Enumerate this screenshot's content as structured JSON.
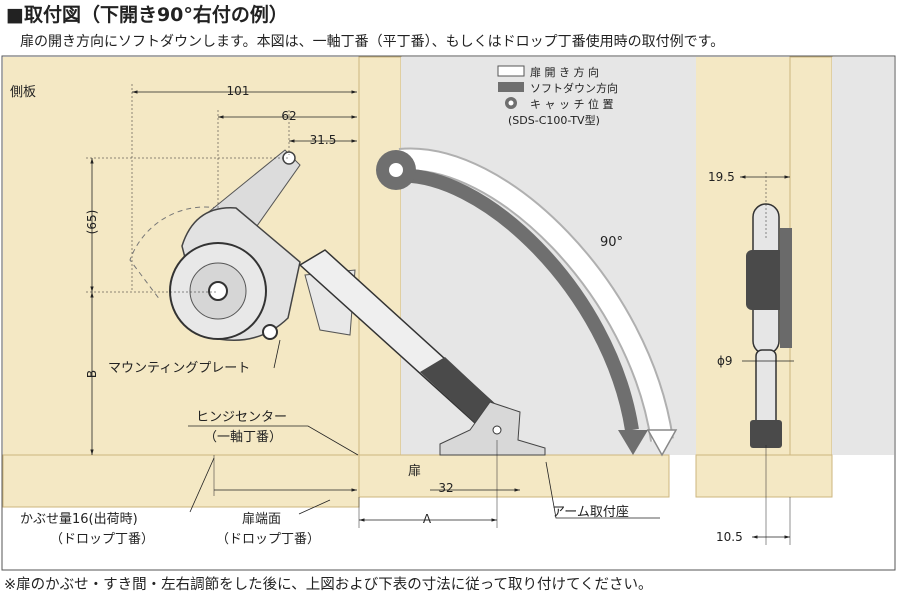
{
  "title": "■取付図（下開き90°右付の例）",
  "subtitle": "扉の開き方向にソフトダウンします。本図は、一軸丁番（平丁番）、もしくはドロップ丁番使用時の取付例です。",
  "footnote": "※扉のかぶせ・すき間・左右調節をした後に、上図および下表の寸法に従って取り付けてください。",
  "labels": {
    "side_panel": "側板",
    "mounting_plate": "マウンティングプレート",
    "hinge_center": "ヒンジセンター",
    "hinge_center_sub": "（一軸丁番）",
    "door": "扉",
    "overlay": "かぶせ量16(出荷時)",
    "overlay_sub": "（ドロップ丁番）",
    "door_edge": "扉端面",
    "door_edge_sub": "（ドロップ丁番）",
    "arm_mount": "アーム取付座",
    "angle": "90°"
  },
  "legend": {
    "open_direction": "扉 開 き 方 向",
    "softdown_direction": "ソフトダウン方向",
    "catch_position": "キ ャ ッ チ 位 置",
    "model": "(SDS-C100-TV型)"
  },
  "dimensions": {
    "d101": "101",
    "d62": "62",
    "d31_5": "31.5",
    "d65": "(65)",
    "dB": "B",
    "d32": "32",
    "dA": "A",
    "d19_5": "19.5",
    "dphi9": "ϕ9",
    "d10_5": "10.5"
  },
  "colors": {
    "wood": "#f4e8c4",
    "wood_edge": "#d9c590",
    "cabinet_bg": "#e6e6e6",
    "legend_fill": "#6f6f6f"
  }
}
